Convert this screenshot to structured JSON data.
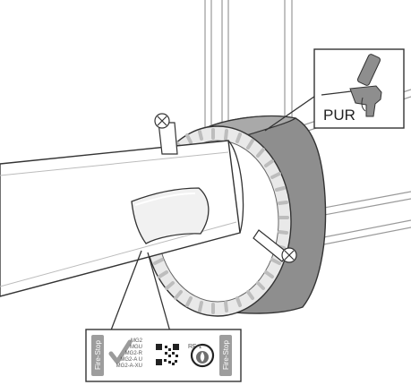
{
  "callout_pur": {
    "label": "PUR"
  },
  "callout_label": {
    "left_vertical": "Fire-Stop",
    "right_vertical": "Fire-Stop",
    "codes": [
      "MG2",
      "MGU",
      "MG2-R",
      "MG2-A U",
      "MG2-A-XU"
    ],
    "logo_text": "RF-1"
  },
  "colors": {
    "line": "#333333",
    "collar": "#8e8e8e",
    "collar_dark": "#6f6f6f",
    "collar_top": "#a9a9a9",
    "ring": "#e9e9e9",
    "pipe": "#ffffff",
    "label_patch": "#f1f1f1",
    "side_band": "#9d9d9d",
    "check": "#9b9b9b"
  },
  "icons": {
    "foam_gun": "foam-gun-icon",
    "check": "check-icon",
    "qr": "qr-code-icon",
    "logo": "rf-logo-icon"
  }
}
